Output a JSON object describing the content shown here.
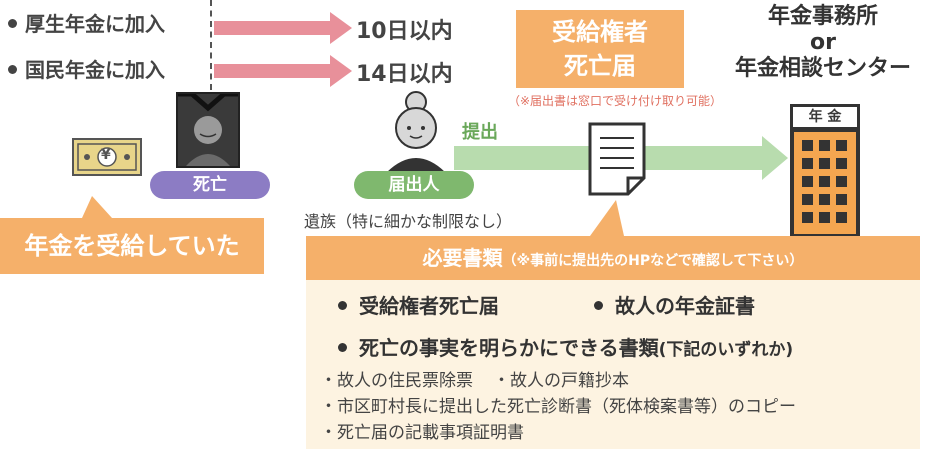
{
  "conditions": [
    {
      "label": "厚生年金に加入",
      "days": "10日以内"
    },
    {
      "label": "国民年金に加入",
      "days": "14日以内"
    }
  ],
  "deceased": {
    "pill": "死亡",
    "callout": "年金を受給していた",
    "money_symbol": "¥"
  },
  "notifier": {
    "pill": "届出人",
    "note": "遺族（特に細かな制限なし）",
    "action": "提出"
  },
  "form": {
    "title_line1": "受給権者",
    "title_line2": "死亡届",
    "note": "（※届出書は窓口で受け付け取り可能）"
  },
  "office": {
    "line1": "年金事務所",
    "line2": "or",
    "line3": "年金相談センター",
    "sign": "年 金"
  },
  "docs": {
    "title": "必要書類",
    "title_note": "（※事前に提出先のHPなどで確認して下さい）",
    "item1": "受給権者死亡届",
    "item2": "故人の年金証書",
    "item3": "死亡の事実を明らかにできる書類",
    "item3_note": "(下記のいずれか)",
    "sub1a": "・故人の住民票除票",
    "sub1b": "・故人の戸籍抄本",
    "sub2": "・市区町村長に提出した死亡診断書（死体検案書等）のコピー",
    "sub3": "・死亡届の記載事項証明書"
  },
  "colors": {
    "accent_orange": "#f5b06a",
    "pill_purple": "#8c7cc4",
    "pill_green": "#7fb86e",
    "arrow_red": "#e8909a",
    "arrow_green": "#b8dcae"
  }
}
